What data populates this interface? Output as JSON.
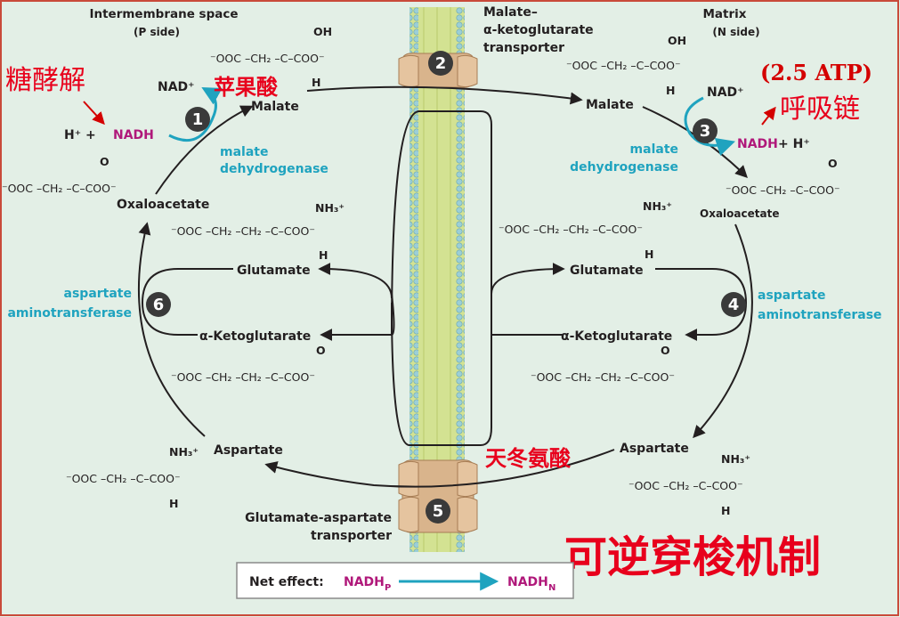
{
  "colors": {
    "background": "#e3efe6",
    "frame": "#c94a3a",
    "membrane": "#d3e292",
    "membrane_heads": "#8fc6cf",
    "transporter": "#d9b48c",
    "enzyme_text": "#1fa3bf",
    "nadh_text": "#b0187a",
    "cn_red": "#e8001c",
    "cycle_line": "#231f20",
    "step_circle": "#3a3a3a",
    "net_arrow": "#1fa3bf"
  },
  "headers": {
    "intermembrane_title": "Intermembrane space",
    "intermembrane_side": "(P side)",
    "matrix_title": "Matrix",
    "matrix_side": "(N side)",
    "transporter2_line1": "Malate–",
    "transporter2_line2": "α-ketoglutarate",
    "transporter2_line3": "transporter",
    "transporter5_line1": "Glutamate-aspartate",
    "transporter5_line2": "transporter"
  },
  "steps": [
    "1",
    "2",
    "3",
    "4",
    "5",
    "6"
  ],
  "left": {
    "nad_plus": "NAD⁺",
    "nadh_prefix": "H⁺ + ",
    "nadh": "NADH",
    "malate": "Malate",
    "oxaloacetate": "Oxaloacetate",
    "glutamate": "Glutamate",
    "ketoglutarate": "α-Ketoglutarate",
    "aspartate": "Aspartate",
    "malate_dh_1": "malate",
    "malate_dh_2": "dehydrogenase",
    "aat_1": "aspartate",
    "aat_2": "aminotransferase"
  },
  "right": {
    "nad_plus": "NAD⁺",
    "nadh": "NADH",
    "nadh_suffix": " + H⁺",
    "malate": "Malate",
    "oxaloacetate": "Oxaloacetate",
    "glutamate": "Glutamate",
    "ketoglutarate": "α-Ketoglutarate",
    "aspartate": "Aspartate",
    "malate_dh_1": "malate",
    "malate_dh_2": "dehydrogenase",
    "aat_1": "aspartate",
    "aat_2": "aminotransferase"
  },
  "structures": {
    "malate_chain": "⁻OOC –CH₂ –C–COO⁻",
    "oh": "OH",
    "h": "H",
    "o": "O",
    "nh3": "NH₃⁺",
    "oxaloacetate_chain": "⁻OOC –CH₂ –C–COO⁻",
    "glutamate_chain": "⁻OOC –CH₂ –CH₂ –C–COO⁻",
    "ketoglutarate_chain": "⁻OOC –CH₂ –CH₂ –C–COO⁻",
    "aspartate_chain": "⁻OOC –CH₂ –C–COO⁻"
  },
  "net_effect": {
    "label": "Net effect:",
    "from": "NADH",
    "from_sub": "P",
    "to": "NADH",
    "to_sub": "N"
  },
  "annotations": {
    "glycolysis": "糖酵解",
    "malate_cn": "苹果酸",
    "atp": "(2.5 ATP)",
    "respiratory_chain": "呼吸链",
    "aspartate_cn": "天冬氨酸",
    "title_cn": "可逆穿梭机制"
  }
}
